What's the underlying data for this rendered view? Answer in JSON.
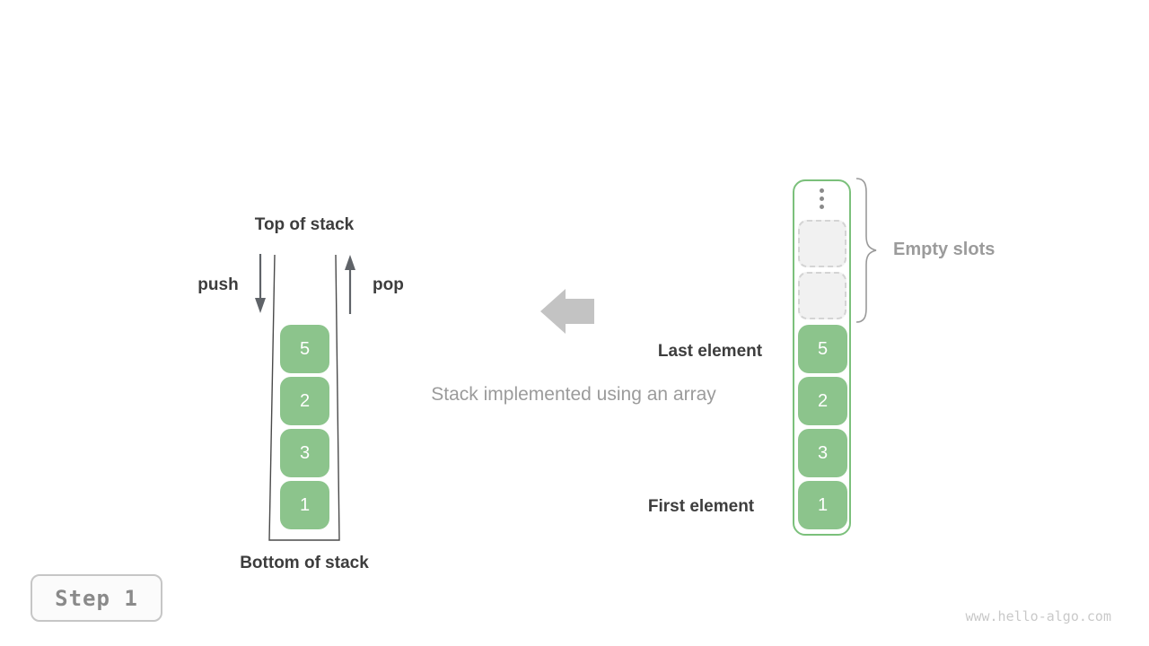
{
  "caption": "Stack implemented using an array",
  "watermark": "www.hello-algo.com",
  "step_badge": {
    "label": "Step 1"
  },
  "colors": {
    "green_fill": "#8cc48c",
    "green_border": "#7bc07b",
    "dark_text": "#3d3d3d",
    "gray_text": "#9b9b9b",
    "block_arrow": "#c3c3c3",
    "thin_arrow": "#5f6368"
  },
  "stack_view": {
    "top_label": "Top of stack",
    "bottom_label": "Bottom of stack",
    "push_label": "push",
    "pop_label": "pop",
    "cells": [
      "5",
      "2",
      "3",
      "1"
    ]
  },
  "array_view": {
    "cells": [
      "5",
      "2",
      "3",
      "1"
    ],
    "empty_slot_count": 2,
    "empty_slots_label": "Empty slots",
    "last_element_label": "Last element",
    "first_element_label": "First element"
  }
}
